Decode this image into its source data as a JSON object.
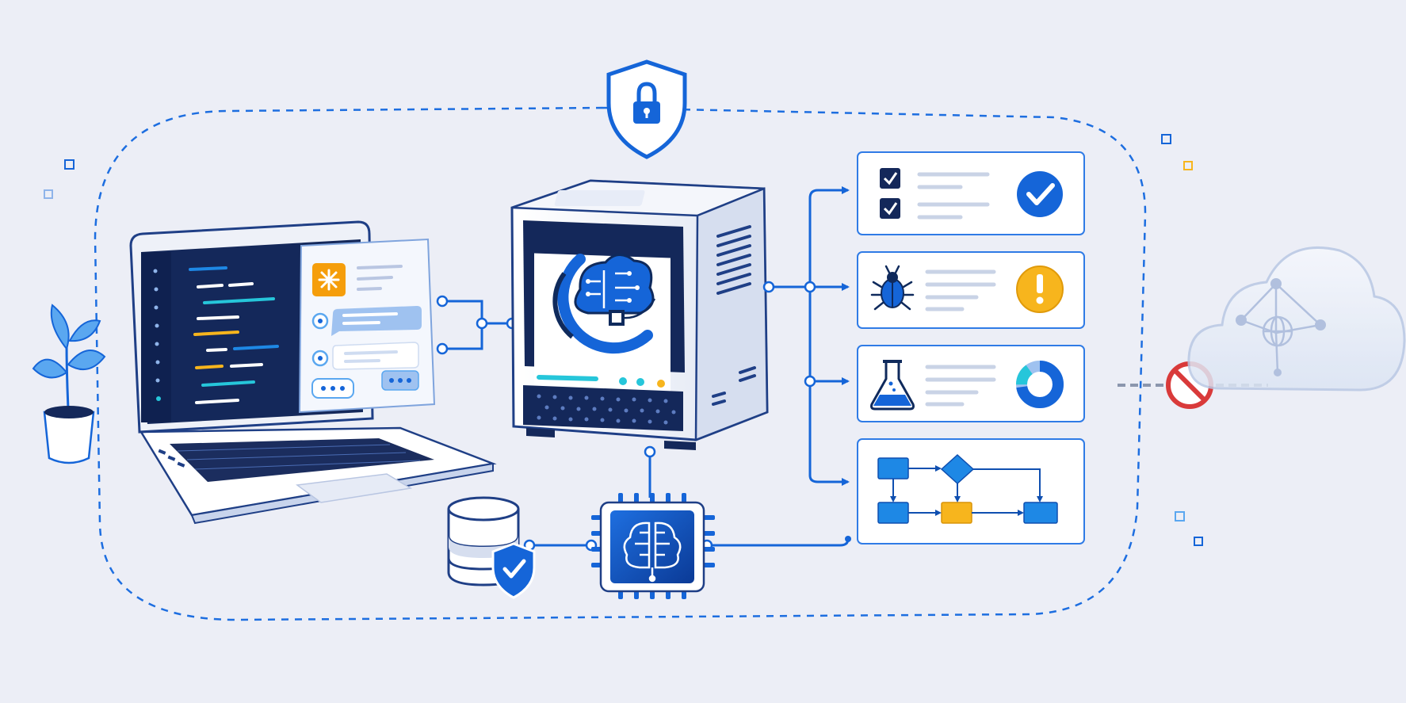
{
  "colors": {
    "background": "#eceef6",
    "primary_blue": "#1565d8",
    "dark_navy": "#0f2a5c",
    "screen_navy": "#14285a",
    "light_blue": "#5aa7f0",
    "cyan_code": "#26c6da",
    "accent_yellow": "#f7b51d",
    "accent_orange": "#f59e0b",
    "stop_red": "#d93a3a",
    "panel_white": "#ffffff",
    "line_gray": "#c9d3e6",
    "cloud_faded": "#b9c8e4"
  },
  "icons": [
    "shield-lock-icon",
    "laptop-icon",
    "code-editor-icon",
    "chat-panel-icon",
    "sparkle-icon",
    "server-box-icon",
    "ai-brain-logo-icon",
    "ai-chip-icon",
    "database-icon",
    "shield-check-icon",
    "checklist-icon",
    "check-circle-icon",
    "bug-icon",
    "warning-circle-icon",
    "flask-icon",
    "donut-chart-icon",
    "flowchart-icon",
    "blocked-icon",
    "cloud-network-icon",
    "potted-plant-icon"
  ],
  "boundary": {
    "style": "dashed",
    "encloses": [
      "laptop",
      "local-server",
      "ai-chip",
      "database",
      "task-panels"
    ]
  },
  "task_panels": [
    {
      "id": "review",
      "icon": "checklist-icon",
      "status_icon": "check-circle-icon",
      "status_color": "#1565d8"
    },
    {
      "id": "debug",
      "icon": "bug-icon",
      "status_icon": "warning-circle-icon",
      "status_color": "#f7b51d"
    },
    {
      "id": "test",
      "icon": "flask-icon",
      "status_icon": "donut-chart-icon",
      "status_color": "#1565d8"
    },
    {
      "id": "workflow",
      "icon": "flowchart-icon",
      "status_icon": "none",
      "status_color": "#f7b51d"
    }
  ],
  "external_cloud": {
    "state": "blocked",
    "blocked_icon": "blocked-icon"
  }
}
